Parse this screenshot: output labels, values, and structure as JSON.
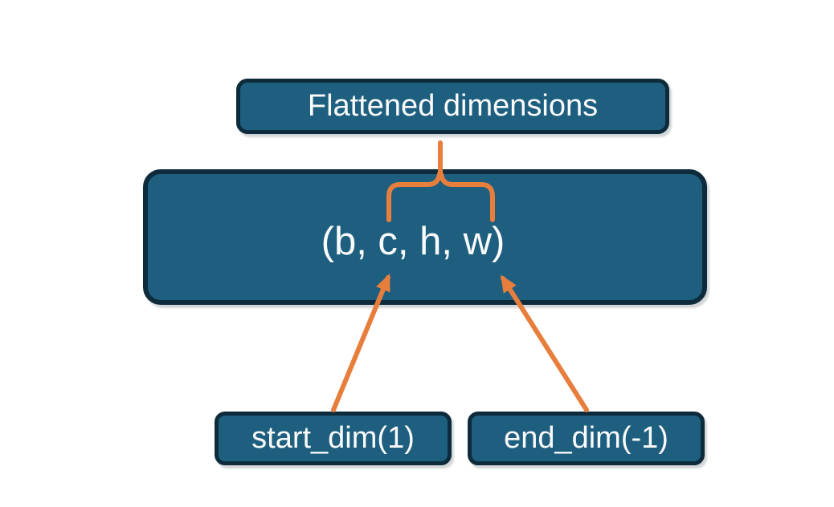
{
  "diagram": {
    "boxes": {
      "flattened": {
        "label": "Flattened dimensions"
      },
      "tensor": {
        "label": "(b, c, h, w)"
      },
      "start_dim": {
        "label": "start_dim(1)"
      },
      "end_dim": {
        "label": "end_dim(-1)"
      }
    },
    "connectors": {
      "brace": {
        "icon": "curly-brace-up-icon"
      },
      "start_arrow": {
        "icon": "arrow-up-right-icon"
      },
      "end_arrow": {
        "icon": "arrow-up-left-icon"
      }
    },
    "colors": {
      "box_fill": "#1E5F80",
      "box_border": "#0E2B3C",
      "accent_orange": "#E87E3C",
      "text": "#FBFBFB",
      "background": "#FFFFFF"
    }
  }
}
